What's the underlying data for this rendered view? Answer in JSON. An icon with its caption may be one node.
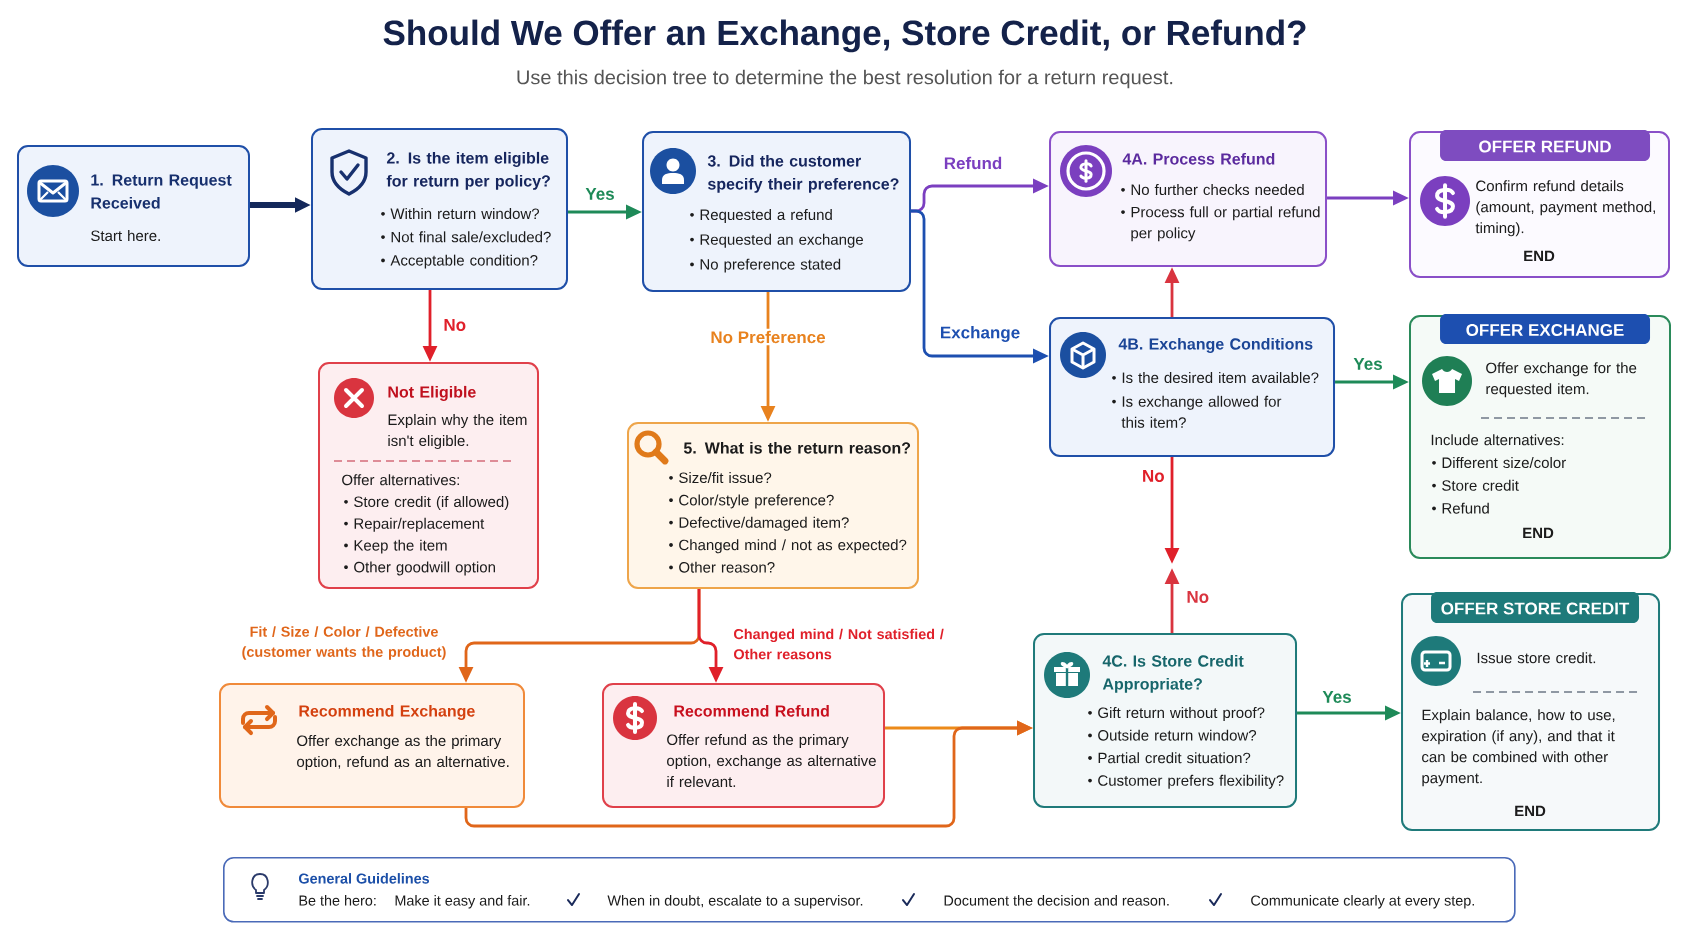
{
  "diagram": {
    "title": "Should We Offer an Exchange, Store Credit, or Refund?",
    "nodes": [
      {
        "text": [
          "1. Return Request Received",
          "Start here."
        ]
      },
      {
        "text": [
          "2. Is the item eligible for return per policy?",
          "Within return window?",
          "Not final sale/excluded?",
          "Acceptable condition?"
        ]
      },
      {
        "text": [
          "3. Did the customer specify their preference?",
          "Requested a refund",
          "Requested an exchange",
          "No preference stated"
        ]
      },
      {
        "text": [
          "4A. Process Refund",
          "No further checks needed",
          "Process full or partial refund per policy"
        ]
      },
      {
        "text": [
          "OFFER REFUND",
          "Confirm refund details (amount, payment method, timing).",
          "END"
        ]
      },
      {
        "text": [
          "Not Eligible",
          "Explain why the item isn't eligible.",
          "Offer alternatives:",
          "Store credit (if allowed)",
          "Repair/replacement",
          "Keep the item",
          "Other goodwill option"
        ]
      },
      {
        "text": [
          "4B. Exchange Conditions",
          "Is the desired item available?",
          "Is exchange allowed for this item?"
        ]
      },
      {
        "text": [
          "OFFER EXCHANGE",
          "Offer exchange for the requested item.",
          "Include alternatives:",
          "Different size/color",
          "Store credit",
          "Refund",
          "END"
        ]
      },
      {
        "text": [
          "5. What is the return reason?",
          "Size/fit issue?",
          "Color/style preference?",
          "Defective/damaged item?",
          "Changed mind / not as expected?",
          "Other reason?"
        ]
      },
      {
        "text": [
          "Recommend Exchange",
          "Offer exchange as the primary option, refund as an alternative."
        ]
      },
      {
        "text": [
          "Recommend Refund",
          "Offer refund as the primary option, exchange as alternative if relevant."
        ]
      },
      {
        "text": [
          "4C. Is Store Credit Appropriate?",
          "Gift return without proof?",
          "Outside return window?",
          "Partial credit situation?",
          "Customer prefers flexibility?"
        ]
      },
      {
        "text": [
          "OFFER STORE CREDIT",
          "Issue store credit.",
          "Explain balance, how to use, expiration (if any), and that it can be combined with other payment.",
          "END"
        ]
      },
      {
        "text": [
          "General Guidelines",
          "Be the hero:",
          "Make it easy and fair.",
          "When in doubt, escalate to a supervisor.",
          "Document the decision and reason.",
          "Communicate clearly at every step."
        ]
      }
    ],
    "edges": [
      {
        "from": 0,
        "to": 1,
        "arrow": "to",
        "style": "thick",
        "color": "#14285a"
      },
      {
        "from": 1,
        "to": 2,
        "arrow": "to",
        "label": "Yes",
        "color": "#1e8a58"
      },
      {
        "from": 1,
        "to": 5,
        "arrow": "to",
        "label": "No",
        "color": "#e0202a"
      },
      {
        "from": 2,
        "to": 3,
        "arrow": "to",
        "label": "Refund",
        "color": "#7b3fc0"
      },
      {
        "from": 2,
        "to": 6,
        "arrow": "to",
        "label": "Exchange",
        "color": "#1d4fb0"
      },
      {
        "from": 2,
        "to": 8,
        "arrow": "to",
        "label": "No Preference",
        "color": "#e8821e"
      },
      {
        "from": 3,
        "to": 4,
        "arrow": "to",
        "color": "#7b3fc0"
      },
      {
        "from": 6,
        "to": 3,
        "arrow": "to",
        "color": "#d9343f"
      },
      {
        "from": 6,
        "to": 7,
        "arrow": "to",
        "label": "Yes",
        "color": "#1e8a58"
      },
      {
        "from": 6,
        "to": null,
        "arrow": "to",
        "label": "No",
        "color": "#e0202a"
      },
      {
        "from": 11,
        "to": null,
        "arrow": "to",
        "label": "No",
        "color": "#d9343f"
      },
      {
        "from": 8,
        "to": 9,
        "arrow": "to",
        "label": "Fit / Size / Color / Defective (customer wants the product)",
        "color": "#e0661a"
      },
      {
        "from": 8,
        "to": 10,
        "arrow": "to",
        "label": "Changed mind / Not satisfied / Other reasons",
        "color": "#e0202a"
      },
      {
        "from": 10,
        "to": 11,
        "arrow": "to",
        "color": "#ec8a1a"
      },
      {
        "from": 9,
        "to": 11,
        "arrow": "to",
        "color": "#e0661a"
      },
      {
        "from": 11,
        "to": 12,
        "arrow": "to",
        "label": "Yes",
        "color": "#1e8a58"
      }
    ],
    "labels": [
      "Use this decision tree to determine the best resolution for a return request."
    ]
  }
}
